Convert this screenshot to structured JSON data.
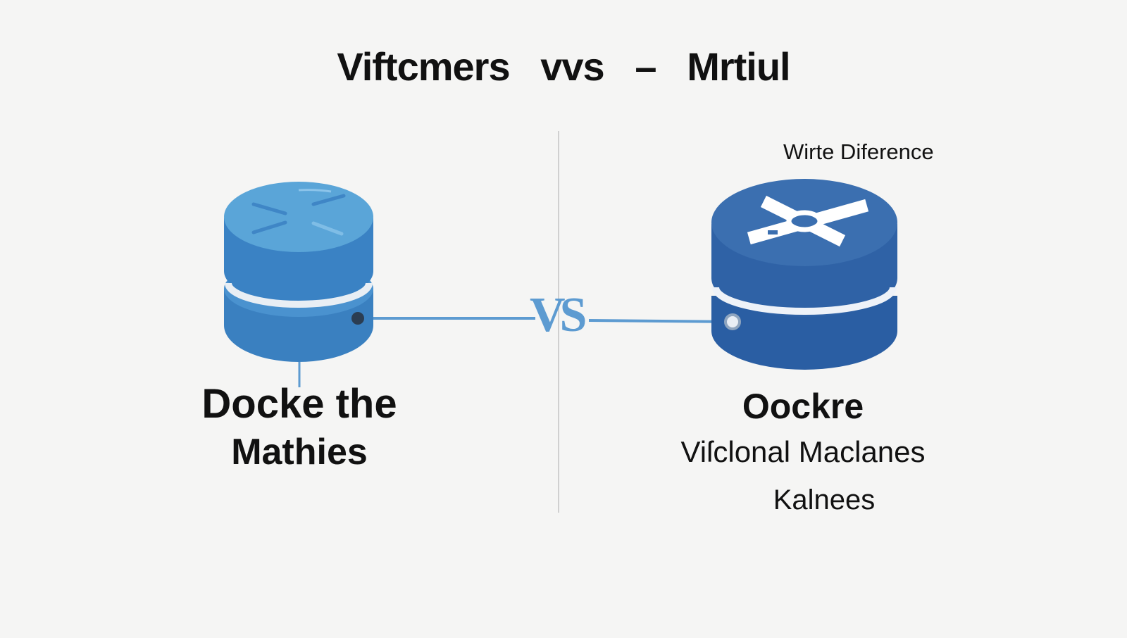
{
  "title": "Viftcmers   vvs   –   Mrtiul",
  "note": "Wirte Diference",
  "vs_label": "VS",
  "left": {
    "line1": "Docke the",
    "line2": "Mathies"
  },
  "right": {
    "line1": "Oockre",
    "line2": "Viſclonal Maclanes",
    "line3": "Kalnees"
  },
  "colors": {
    "left_cylinder": "#3f86c6",
    "left_top": "#5aa5d8",
    "right_cylinder": "#2f62a6",
    "right_top": "#3b6fb0",
    "connector": "#5d9bd1",
    "divider": "#cfcfcf"
  }
}
